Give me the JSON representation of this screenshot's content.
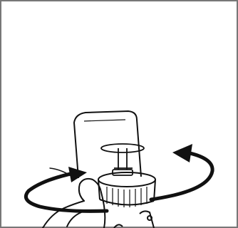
{
  "illustration": {
    "subject": "rotate-cap-instruction",
    "colors": {
      "line": "#111111",
      "background": "#ffffff",
      "border": "#777777"
    },
    "arrows": [
      "curved-arrow-left",
      "curved-arrow-right"
    ]
  }
}
